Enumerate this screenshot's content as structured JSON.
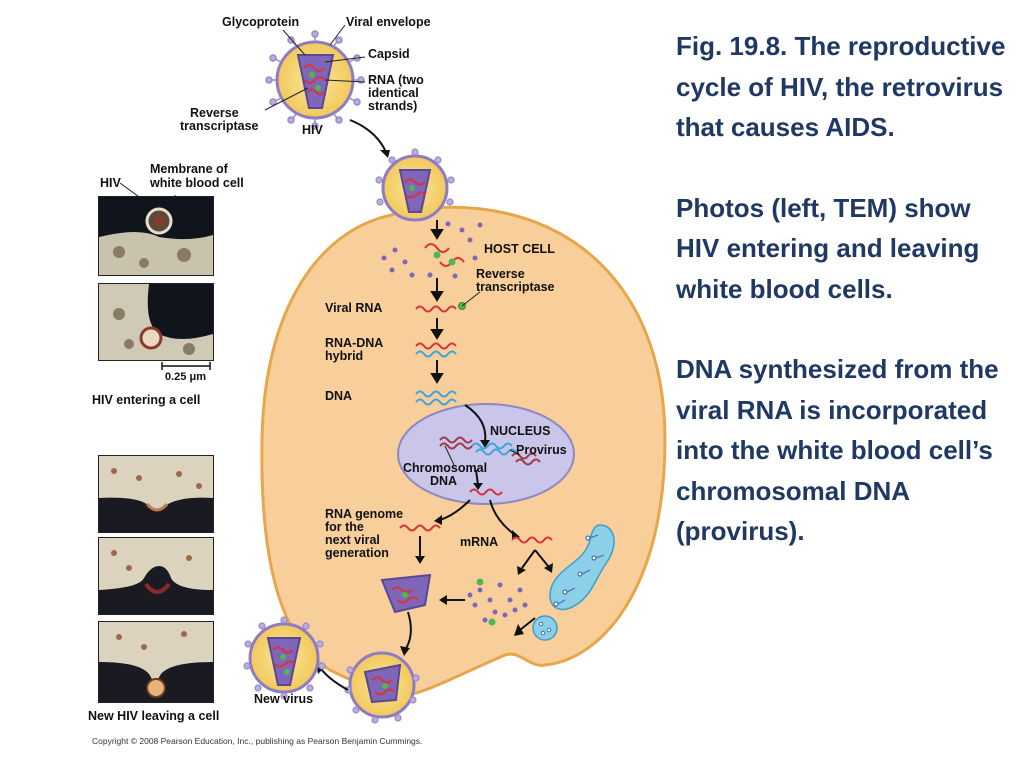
{
  "figure": {
    "top_labels": {
      "glycoprotein": "Glycoprotein",
      "viral_envelope": "Viral envelope",
      "capsid": "Capsid",
      "rna_line1": "RNA (two",
      "rna_line2": "identical",
      "rna_line3": "strands)",
      "rt_line1": "Reverse",
      "rt_line2": "transcriptase",
      "hiv": "HIV"
    },
    "photo_labels": {
      "hiv": "HIV",
      "membrane_line1": "Membrane of",
      "membrane_line2": "white blood cell",
      "scale": "0.25 μm",
      "entering": "HIV entering a cell",
      "leaving": "New HIV leaving a cell"
    },
    "cell_labels": {
      "host_cell": "HOST CELL",
      "rt_line1": "Reverse",
      "rt_line2": "transcriptase",
      "viral_rna": "Viral RNA",
      "hybrid_line1": "RNA-DNA",
      "hybrid_line2": "hybrid",
      "dna": "DNA",
      "nucleus": "NUCLEUS",
      "provirus": "Provirus",
      "chromosomal_line1": "Chromosomal",
      "chromosomal_line2": "DNA",
      "genome_line1": "RNA genome",
      "genome_line2": "for the",
      "genome_line3": "next viral",
      "genome_line4": "generation",
      "mrna": "mRNA",
      "new_virus": "New virus"
    },
    "copyright": "Copyright © 2008 Pearson Education, Inc., publishing as Pearson Benjamin Cummings."
  },
  "caption": {
    "p1": "Fig. 19.8.  The reproductive cycle of HIV, the retrovirus that causes AIDS.",
    "p2": "Photos (left, TEM) show HIV entering and leaving white blood cells.",
    "p3": "DNA synthesized from the viral RNA is incorporated into the white blood cell’s chromosomal DNA (provirus)."
  },
  "colors": {
    "cell_fill": "#f8cf9a",
    "cell_stroke": "#e8a64a",
    "virus_envelope": "#f6d36a",
    "capsid": "#7f66b8",
    "rna": "#d8343c",
    "dna": "#3ea6d8",
    "nucleus": "#c9c6ea",
    "caption_text": "#1f3864"
  }
}
